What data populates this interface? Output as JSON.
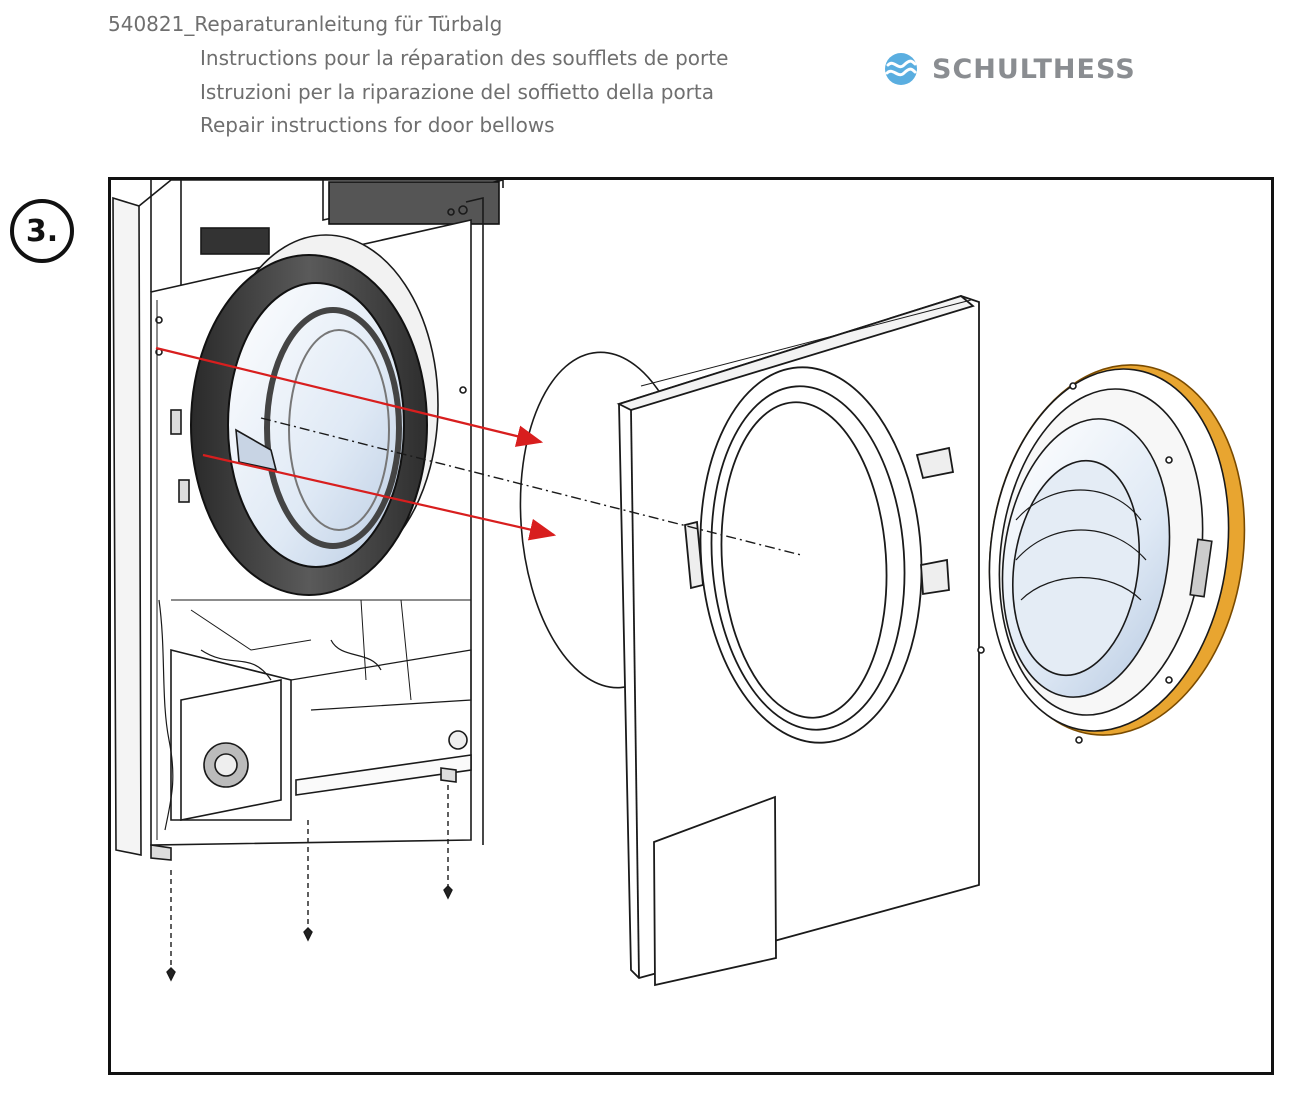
{
  "header": {
    "doc_title": "540821_Reparaturanleitung für Türbalg",
    "subtitles": {
      "fr": "Instructions pour la réparation des soufflets de porte",
      "it": "Istruzioni per la riparazione del soffietto della porta",
      "en": "Repair instructions for door bellows"
    }
  },
  "brand": {
    "name": "SCHULTHESS",
    "color": "#8a8d91",
    "mark_color": "#5aaee0"
  },
  "step": {
    "label": "3."
  },
  "colors": {
    "arrow": "#d81e1e",
    "door_gasket": "#e8a530",
    "line": "#1a1a1a"
  }
}
